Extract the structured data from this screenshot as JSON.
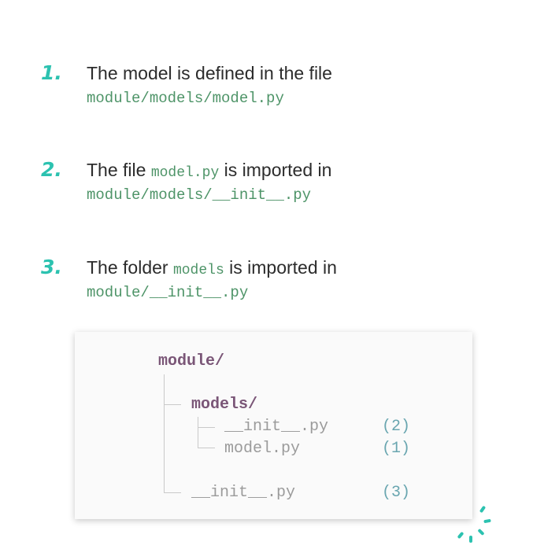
{
  "steps": [
    {
      "number": "1.",
      "text": "The model is defined in the file",
      "path": "module/models/model.py"
    },
    {
      "number": "2.",
      "text_before": "The file ",
      "inline_code": "model.py",
      "text_after": " is imported in",
      "path": "module/models/__init__.py"
    },
    {
      "number": "3.",
      "text_before": "The folder ",
      "inline_code": "models",
      "text_after": " is imported in",
      "path": "module/__init__.py"
    }
  ],
  "tree": {
    "root": "module/",
    "subdir": "models/",
    "sub_init": "__init__.py",
    "sub_init_ref": "(2)",
    "model_file": "model.py",
    "model_ref": "(1)",
    "root_init": "__init__.py",
    "root_init_ref": "(3)"
  },
  "colors": {
    "accent": "#2cc2b0",
    "code": "#4e9468",
    "directory": "#7a5677",
    "file": "#9b9b9b",
    "reference": "#6aa6b0"
  }
}
